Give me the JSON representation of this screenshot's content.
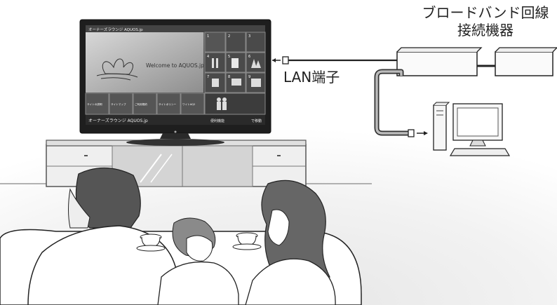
{
  "labels": {
    "broadband_line1": "ブロードバンド回線",
    "broadband_line2": "接続機器",
    "lan_port": "LAN端子"
  },
  "tv_screen": {
    "header_title": "オーナーズラウンジ AQUOS.jp",
    "welcome_text": "Welcome to AQUOS.jp",
    "footer_title": "オーナーズラウンジ AQUOS.jp",
    "footer_hint": "便利機能",
    "footer_move": "で移動",
    "tile_numbers": [
      "1",
      "2",
      "3",
      "4",
      "5",
      "6",
      "7",
      "8",
      "9"
    ],
    "nav_buttons": [
      "サイトの説明",
      "サイトマップ",
      "ご利用規約",
      "サイトポリシー",
      "ワイトAQ2"
    ]
  },
  "colors": {
    "line": "#222222",
    "screen_dark": "#3a3a3a",
    "screen_tile": "#555555",
    "shade": "#d9d9d9"
  }
}
